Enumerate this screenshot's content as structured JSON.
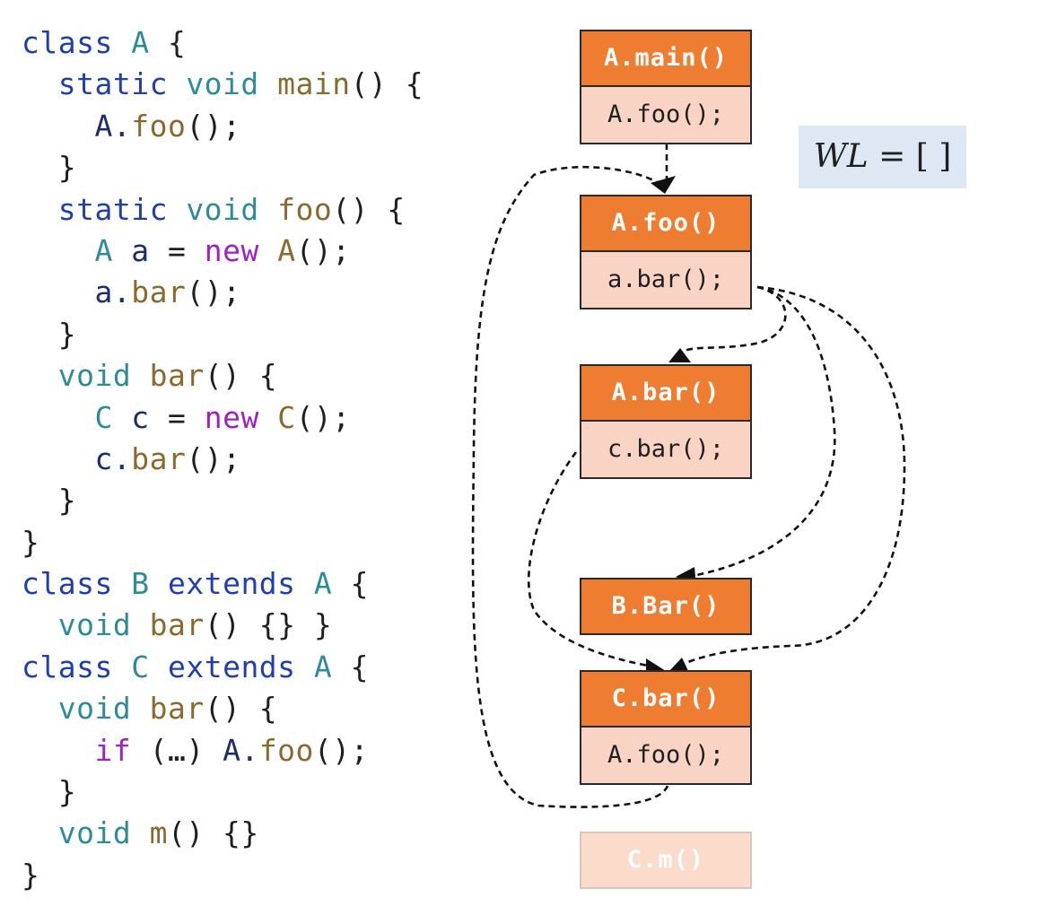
{
  "code": [
    [
      {
        "t": "class ",
        "c": "kw"
      },
      {
        "t": "A",
        "c": "ty"
      },
      {
        "t": " {",
        "c": "pl"
      }
    ],
    [
      {
        "t": "  static ",
        "c": "kw"
      },
      {
        "t": "void ",
        "c": "ty"
      },
      {
        "t": "main",
        "c": "fn"
      },
      {
        "t": "() {",
        "c": "pl"
      }
    ],
    [
      {
        "t": "    A.",
        "c": "vr"
      },
      {
        "t": "foo",
        "c": "fn"
      },
      {
        "t": "();",
        "c": "pl"
      }
    ],
    [
      {
        "t": "  }",
        "c": "pl"
      }
    ],
    [
      {
        "t": "  static ",
        "c": "kw"
      },
      {
        "t": "void ",
        "c": "ty"
      },
      {
        "t": "foo",
        "c": "fn"
      },
      {
        "t": "() {",
        "c": "pl"
      }
    ],
    [
      {
        "t": "    A ",
        "c": "ty"
      },
      {
        "t": "a",
        "c": "vr"
      },
      {
        "t": " = ",
        "c": "pl"
      },
      {
        "t": "new ",
        "c": "nw"
      },
      {
        "t": "A",
        "c": "fn"
      },
      {
        "t": "();",
        "c": "pl"
      }
    ],
    [
      {
        "t": "    a.",
        "c": "vr"
      },
      {
        "t": "bar",
        "c": "fn"
      },
      {
        "t": "();",
        "c": "pl"
      }
    ],
    [
      {
        "t": "  }",
        "c": "pl"
      }
    ],
    [
      {
        "t": "  void ",
        "c": "ty"
      },
      {
        "t": "bar",
        "c": "fn"
      },
      {
        "t": "() {",
        "c": "pl"
      }
    ],
    [
      {
        "t": "    C ",
        "c": "ty"
      },
      {
        "t": "c",
        "c": "vr"
      },
      {
        "t": " = ",
        "c": "pl"
      },
      {
        "t": "new ",
        "c": "nw"
      },
      {
        "t": "C",
        "c": "fn"
      },
      {
        "t": "();",
        "c": "pl"
      }
    ],
    [
      {
        "t": "    c.",
        "c": "vr"
      },
      {
        "t": "bar",
        "c": "fn"
      },
      {
        "t": "();",
        "c": "pl"
      }
    ],
    [
      {
        "t": "  }",
        "c": "pl"
      }
    ],
    [
      {
        "t": "}",
        "c": "pl"
      }
    ],
    [
      {
        "t": "class ",
        "c": "kw"
      },
      {
        "t": "B ",
        "c": "ty"
      },
      {
        "t": "extends ",
        "c": "kw"
      },
      {
        "t": "A",
        "c": "ty"
      },
      {
        "t": " {",
        "c": "pl"
      }
    ],
    [
      {
        "t": "  void ",
        "c": "ty"
      },
      {
        "t": "bar",
        "c": "fn"
      },
      {
        "t": "() {} }",
        "c": "pl"
      }
    ],
    [
      {
        "t": "class ",
        "c": "kw"
      },
      {
        "t": "C ",
        "c": "ty"
      },
      {
        "t": "extends ",
        "c": "kw"
      },
      {
        "t": "A",
        "c": "ty"
      },
      {
        "t": " {",
        "c": "pl"
      }
    ],
    [
      {
        "t": "  void ",
        "c": "ty"
      },
      {
        "t": "bar",
        "c": "fn"
      },
      {
        "t": "() {",
        "c": "pl"
      }
    ],
    [
      {
        "t": "    if ",
        "c": "nw"
      },
      {
        "t": "(…) ",
        "c": "pl"
      },
      {
        "t": "A.",
        "c": "vr"
      },
      {
        "t": "foo",
        "c": "fn"
      },
      {
        "t": "();",
        "c": "pl"
      }
    ],
    [
      {
        "t": "  }",
        "c": "pl"
      }
    ],
    [
      {
        "t": "  void ",
        "c": "ty"
      },
      {
        "t": "m",
        "c": "fn"
      },
      {
        "t": "() {}",
        "c": "pl"
      }
    ],
    [
      {
        "t": "}",
        "c": "pl"
      }
    ]
  ],
  "graph": {
    "nodes": {
      "a_main": {
        "label": "A.main()",
        "callsite": "A.foo();"
      },
      "a_foo": {
        "label": "A.foo()",
        "callsite": "a.bar();"
      },
      "a_bar": {
        "label": "A.bar()",
        "callsite": "c.bar();"
      },
      "b_bar": {
        "label": "B.Bar()"
      },
      "c_bar": {
        "label": "C.bar()",
        "callsite": "A.foo();"
      },
      "c_m": {
        "label": "C.m()"
      }
    },
    "worklist": {
      "var": "WL",
      "rest": " = [ ]"
    }
  },
  "colors": {
    "header": "#ef7d31",
    "callsite": "#f9d4c4",
    "faded_header": "#fbdccb",
    "worklist_bg": "#dde8f4",
    "keyword": "#1f3fb0",
    "type": "#2e8b9a",
    "function": "#8a6a2e",
    "new_if": "#a020c0",
    "variable": "#1c2d6b"
  }
}
